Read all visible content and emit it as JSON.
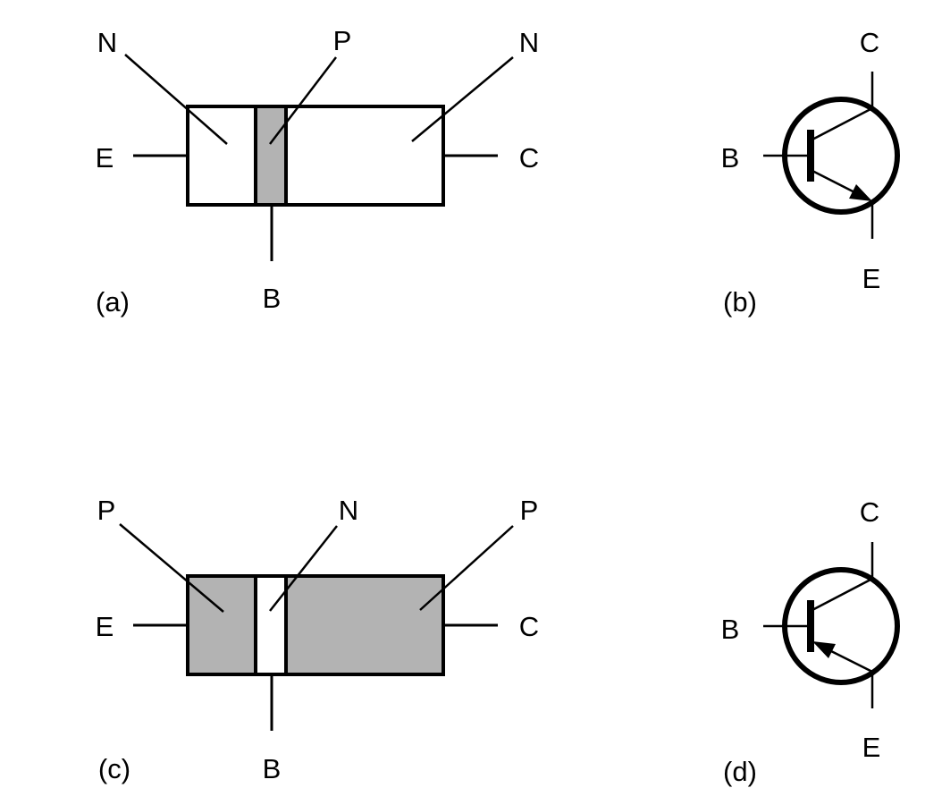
{
  "panels": {
    "a": {
      "caption": "(a)",
      "region_left": "N",
      "region_mid": "P",
      "region_right": "N",
      "emitter": "E",
      "collector": "C",
      "base": "B",
      "outer_fill": "#ffffff",
      "mid_fill": "#b3b3b3"
    },
    "b": {
      "caption": "(b)",
      "base": "B",
      "collector": "C",
      "emitter": "E",
      "arrow_direction": "out"
    },
    "c": {
      "caption": "(c)",
      "region_left": "P",
      "region_mid": "N",
      "region_right": "P",
      "emitter": "E",
      "collector": "C",
      "base": "B",
      "outer_fill": "#b3b3b3",
      "mid_fill": "#ffffff"
    },
    "d": {
      "caption": "(d)",
      "base": "B",
      "collector": "C",
      "emitter": "E",
      "arrow_direction": "in"
    }
  }
}
